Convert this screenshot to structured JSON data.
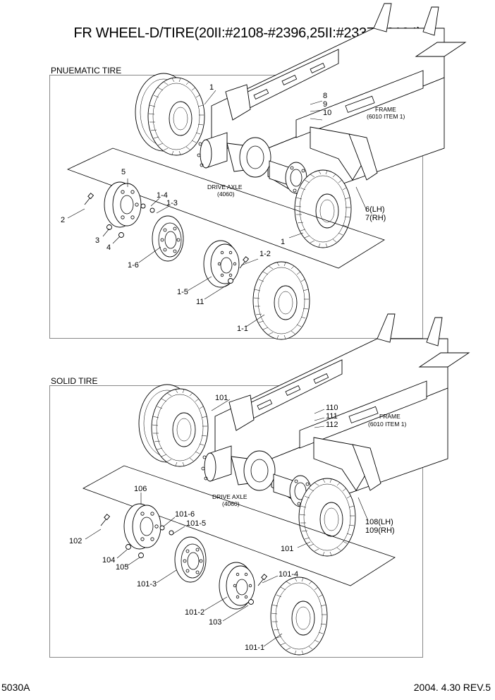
{
  "title": "FR WHEEL-D/TIRE(20II:#2108-#2396,25II:#2337-#3194)",
  "sections": {
    "pneumatic": {
      "label": "PNUEMATIC TIRE",
      "callouts": {
        "p1_top": "1",
        "p8": "8",
        "p9": "9",
        "p10": "10",
        "frame": "FRAME",
        "frame_ref": "(6010 ITEM 1)",
        "drive_axle": "DRIVE AXLE",
        "drive_axle_ref": "(4060)",
        "p5": "5",
        "p1_4": "1-4",
        "p1_3": "1-3",
        "p2": "2",
        "p3": "3",
        "p4": "4",
        "p1_6": "1-6",
        "p1_2": "1-2",
        "p1_5": "1-5",
        "p11": "11",
        "p1_1": "1-1",
        "p1_mid": "1",
        "p6": "6(LH)",
        "p7": "7(RH)"
      }
    },
    "solid": {
      "label": "SOLID TIRE",
      "callouts": {
        "p101_top": "101",
        "p110": "110",
        "p111": "111",
        "p112": "112",
        "frame": "FRAME",
        "frame_ref": "(6010 ITEM 1)",
        "drive_axle": "DRIVE AXLE",
        "drive_axle_ref": "(4060)",
        "p106": "106",
        "p101_6": "101-6",
        "p101_5": "101-5",
        "p102": "102",
        "p104": "104",
        "p105": "105",
        "p101_3": "101-3",
        "p101_4": "101-4",
        "p101_2": "101-2",
        "p103": "103",
        "p101_1": "101-1",
        "p101_mid": "101",
        "p108": "108(LH)",
        "p109": "109(RH)"
      }
    }
  },
  "footer": {
    "code": "5030A",
    "date_rev": "2004. 4.30 REV.5"
  }
}
